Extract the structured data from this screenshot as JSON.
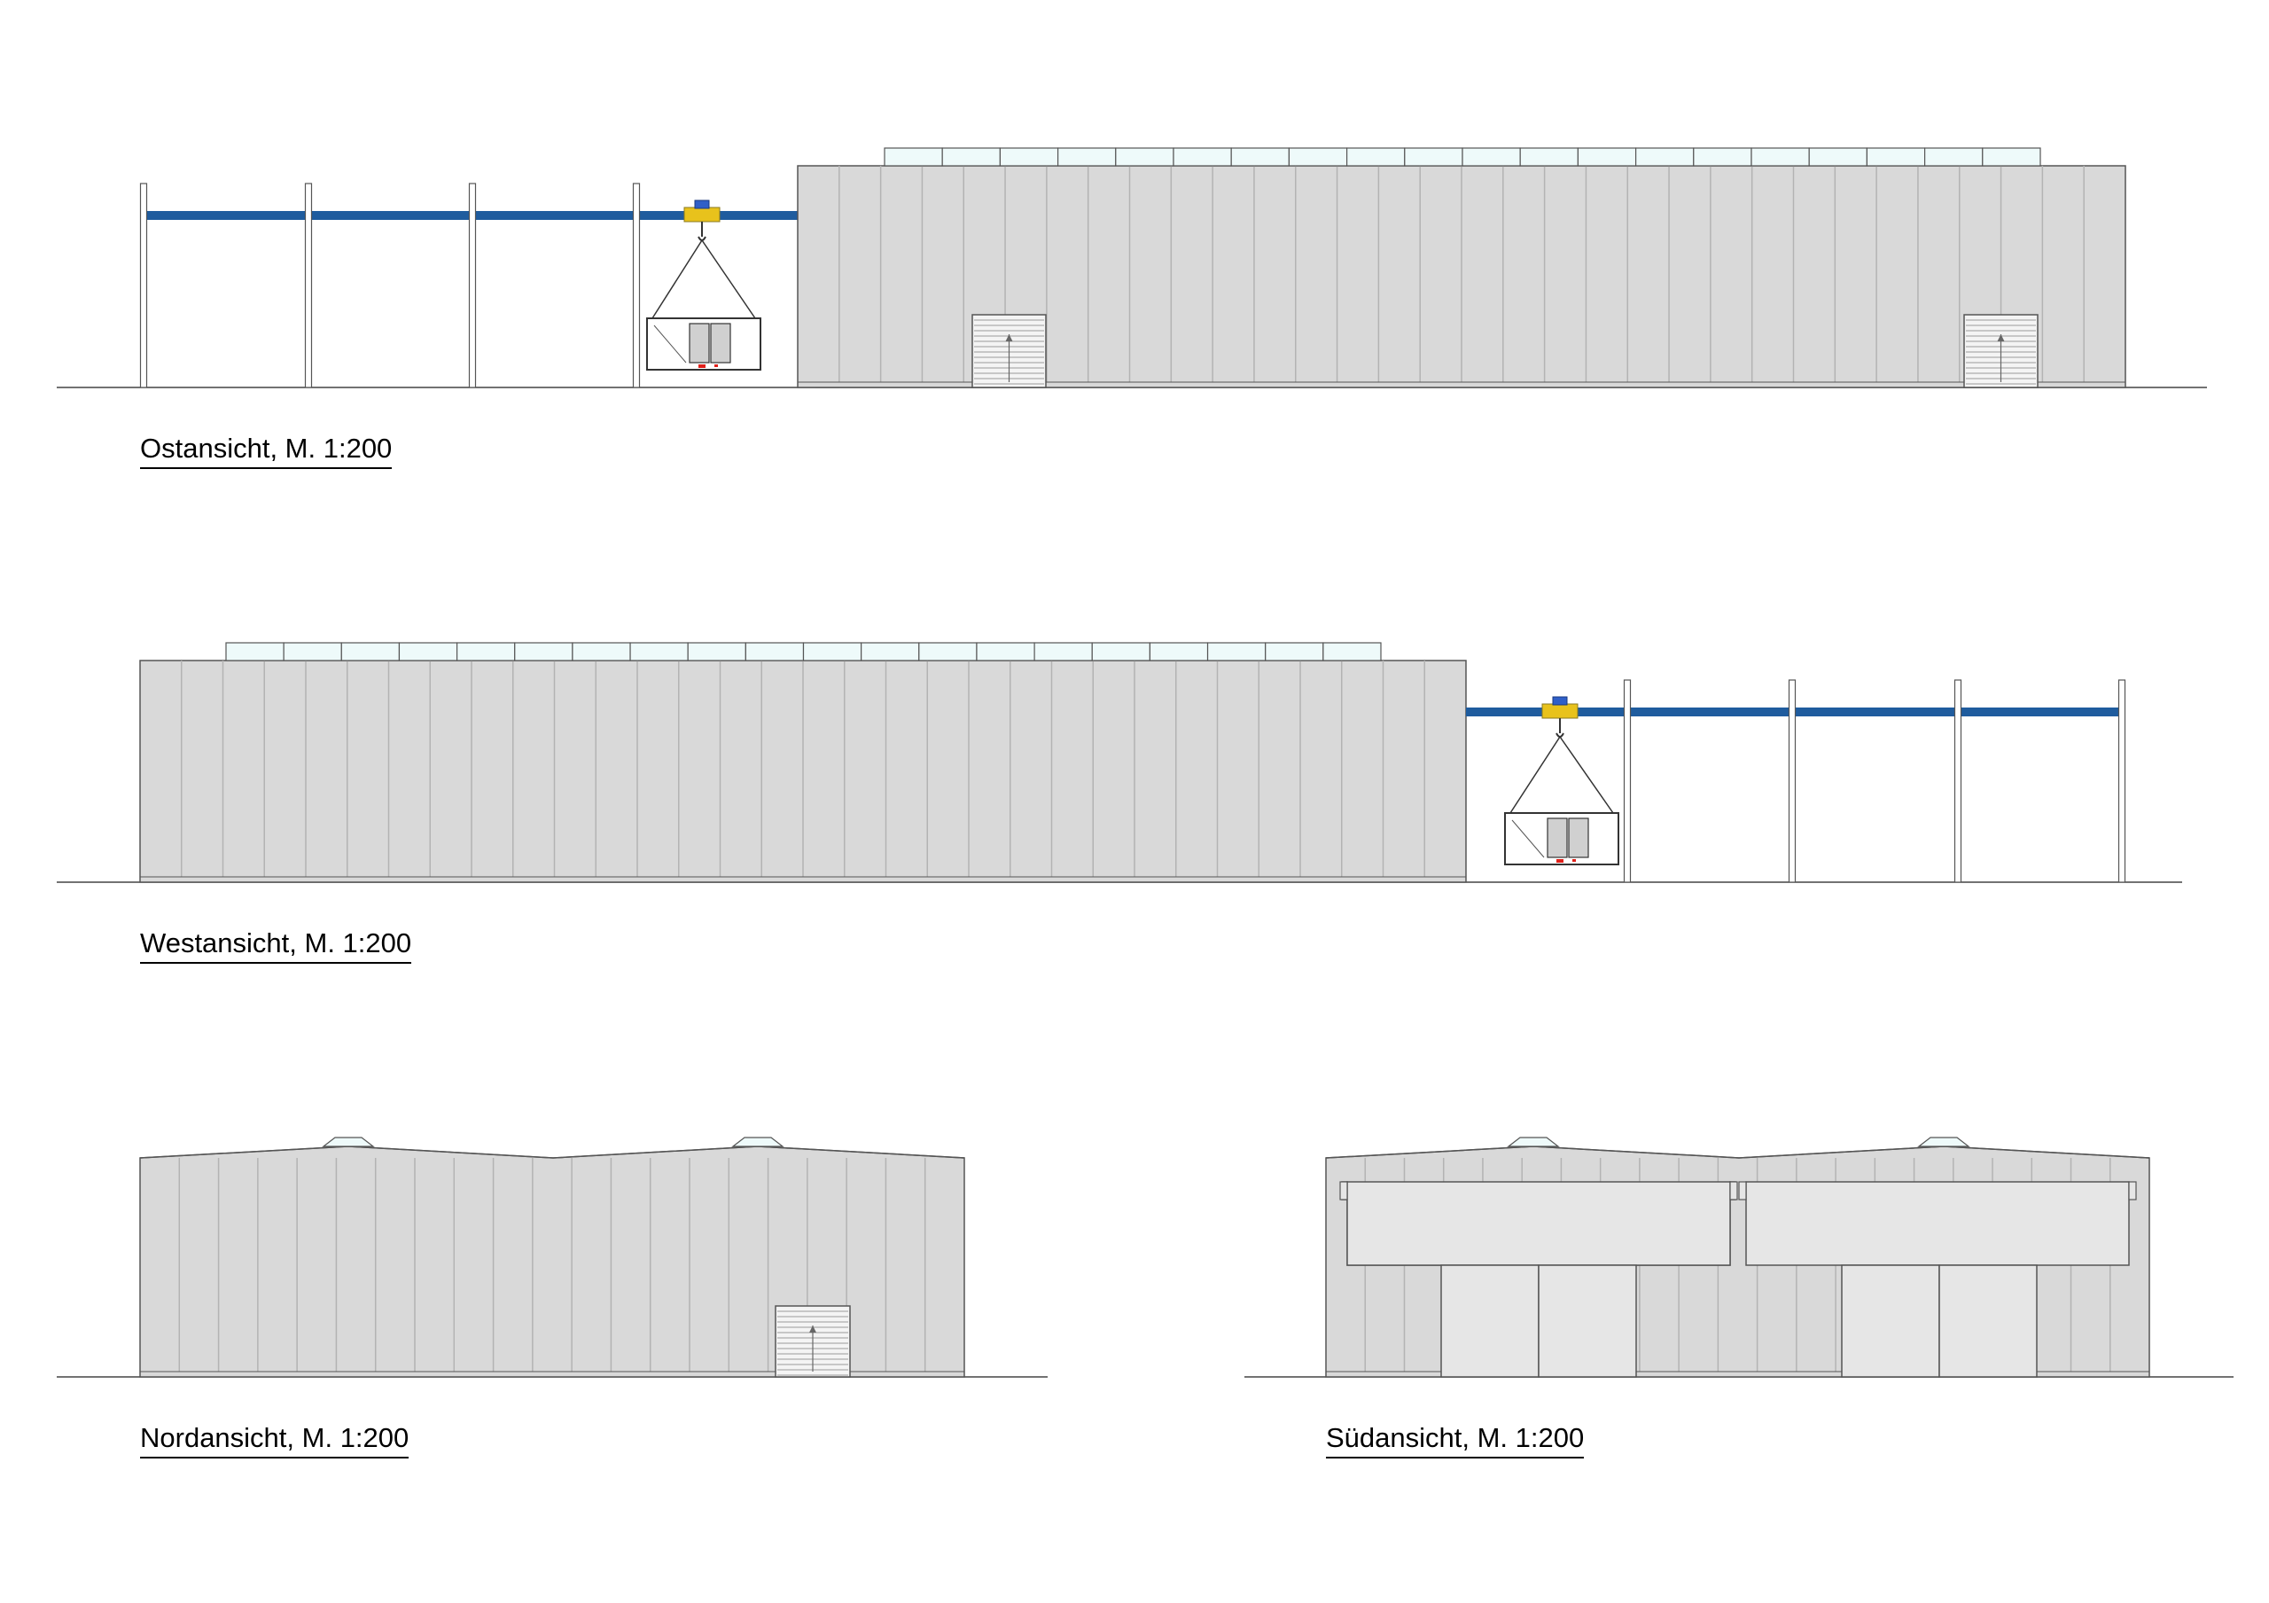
{
  "labels": {
    "east": "Ostansicht, M. 1:200",
    "west": "Westansicht, M. 1:200",
    "north": "Nordansicht, M. 1:200",
    "south": "Südansicht, M. 1:200"
  },
  "colors": {
    "facade": "#d9d9d9",
    "facade_light": "#e6e6e6",
    "panel_line": "#b3b3b3",
    "outline": "#555555",
    "ground": "#444444",
    "skylight": "#eefafa",
    "crane_beam": "#1f5c9e",
    "crane_trolley": "#e8c21c",
    "crane_motor": "#2f5fc8",
    "marker_red": "#e0201a"
  }
}
